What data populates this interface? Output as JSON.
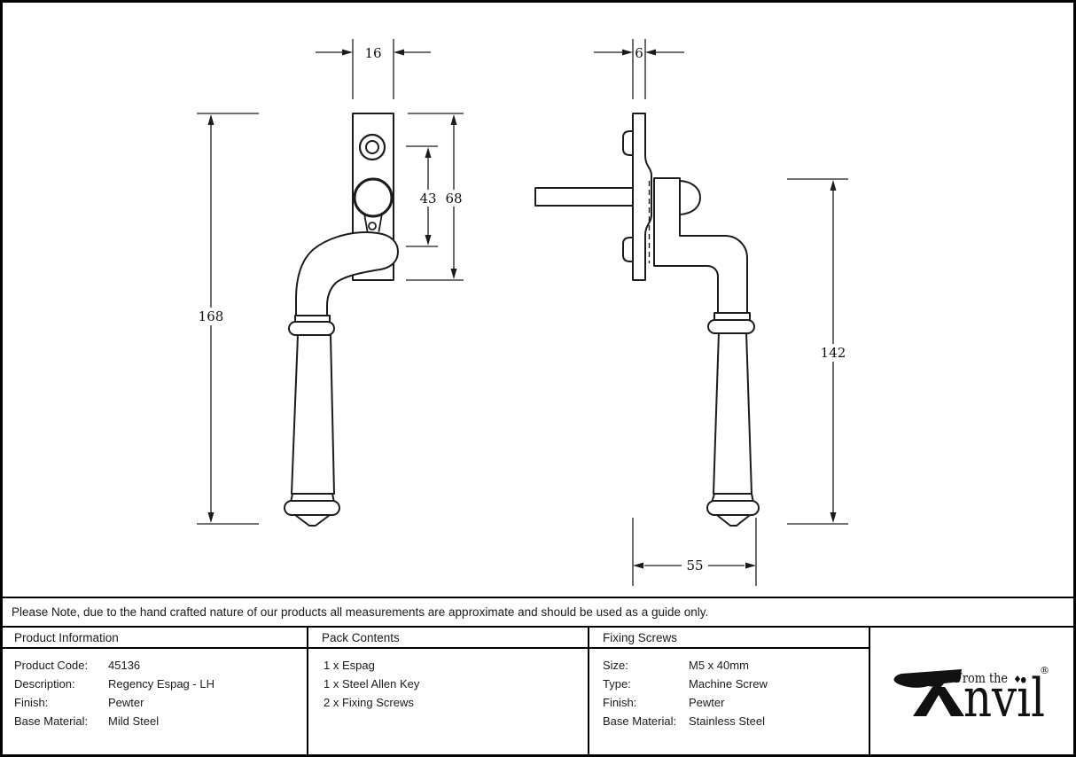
{
  "sheet": {
    "note": "Please Note, due to the hand crafted nature of our products all measurements are approximate and should be used as a guide only."
  },
  "dimensions": {
    "front_plate_width": "16",
    "front_hole_spacing": "43",
    "front_plate_height": "68",
    "front_overall_length": "168",
    "side_plate_thickness": "6",
    "side_handle_length": "142",
    "side_projection": "55"
  },
  "table": {
    "product_information": {
      "title": "Product Information",
      "rows": [
        {
          "label": "Product Code:",
          "value": "45136"
        },
        {
          "label": "Description:",
          "value": "Regency Espag - LH"
        },
        {
          "label": "Finish:",
          "value": "Pewter"
        },
        {
          "label": "Base Material:",
          "value": "Mild Steel"
        }
      ]
    },
    "pack_contents": {
      "title": "Pack Contents",
      "items": [
        "1 x Espag",
        "1 x Steel Allen Key",
        "2 x Fixing Screws"
      ]
    },
    "fixing_screws": {
      "title": "Fixing Screws",
      "rows": [
        {
          "label": "Size:",
          "value": "M5 x 40mm"
        },
        {
          "label": "Type:",
          "value": "Machine Screw"
        },
        {
          "label": "Finish:",
          "value": "Pewter"
        },
        {
          "label": "Base Material:",
          "value": "Stainless Steel"
        }
      ]
    },
    "logo": {
      "icon": "anvil-icon",
      "prefix": "From the",
      "diamond": "♦",
      "name_rest": "nvil",
      "registered": "®"
    }
  }
}
